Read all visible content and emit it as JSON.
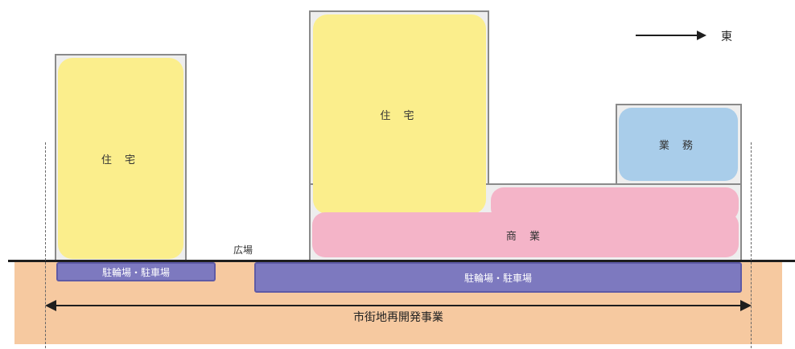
{
  "orientation": {
    "label": "東"
  },
  "buildings": {
    "left_residential": {
      "label": "住 宅"
    },
    "center_residential": {
      "label": "住 宅"
    },
    "commercial": {
      "label": "商 業"
    },
    "office": {
      "label": "業 務"
    }
  },
  "plaza": {
    "label": "広場"
  },
  "parking": {
    "left": {
      "label": "駐輪場・駐車場"
    },
    "main": {
      "label": "駐輪場・駐車場"
    }
  },
  "project": {
    "label": "市街地再開発事業"
  },
  "colors": {
    "residential": "#fbee8c",
    "commercial": "#f4b4c8",
    "office": "#a9cdea",
    "parking": "#7d79bf",
    "ground": "#f6c9a0"
  }
}
